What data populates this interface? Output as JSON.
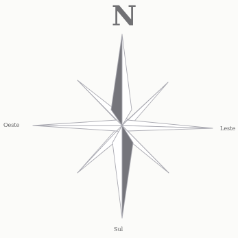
{
  "labels": {
    "north": "N",
    "west": "Oeste",
    "east": "Leste",
    "south": "Sul"
  },
  "colors": {
    "background": "#fbfbf9",
    "outline": "#a9a9b1",
    "dark_fill": "#75757b",
    "light_fill": "#ffffff",
    "text": "#5a5a5c"
  }
}
